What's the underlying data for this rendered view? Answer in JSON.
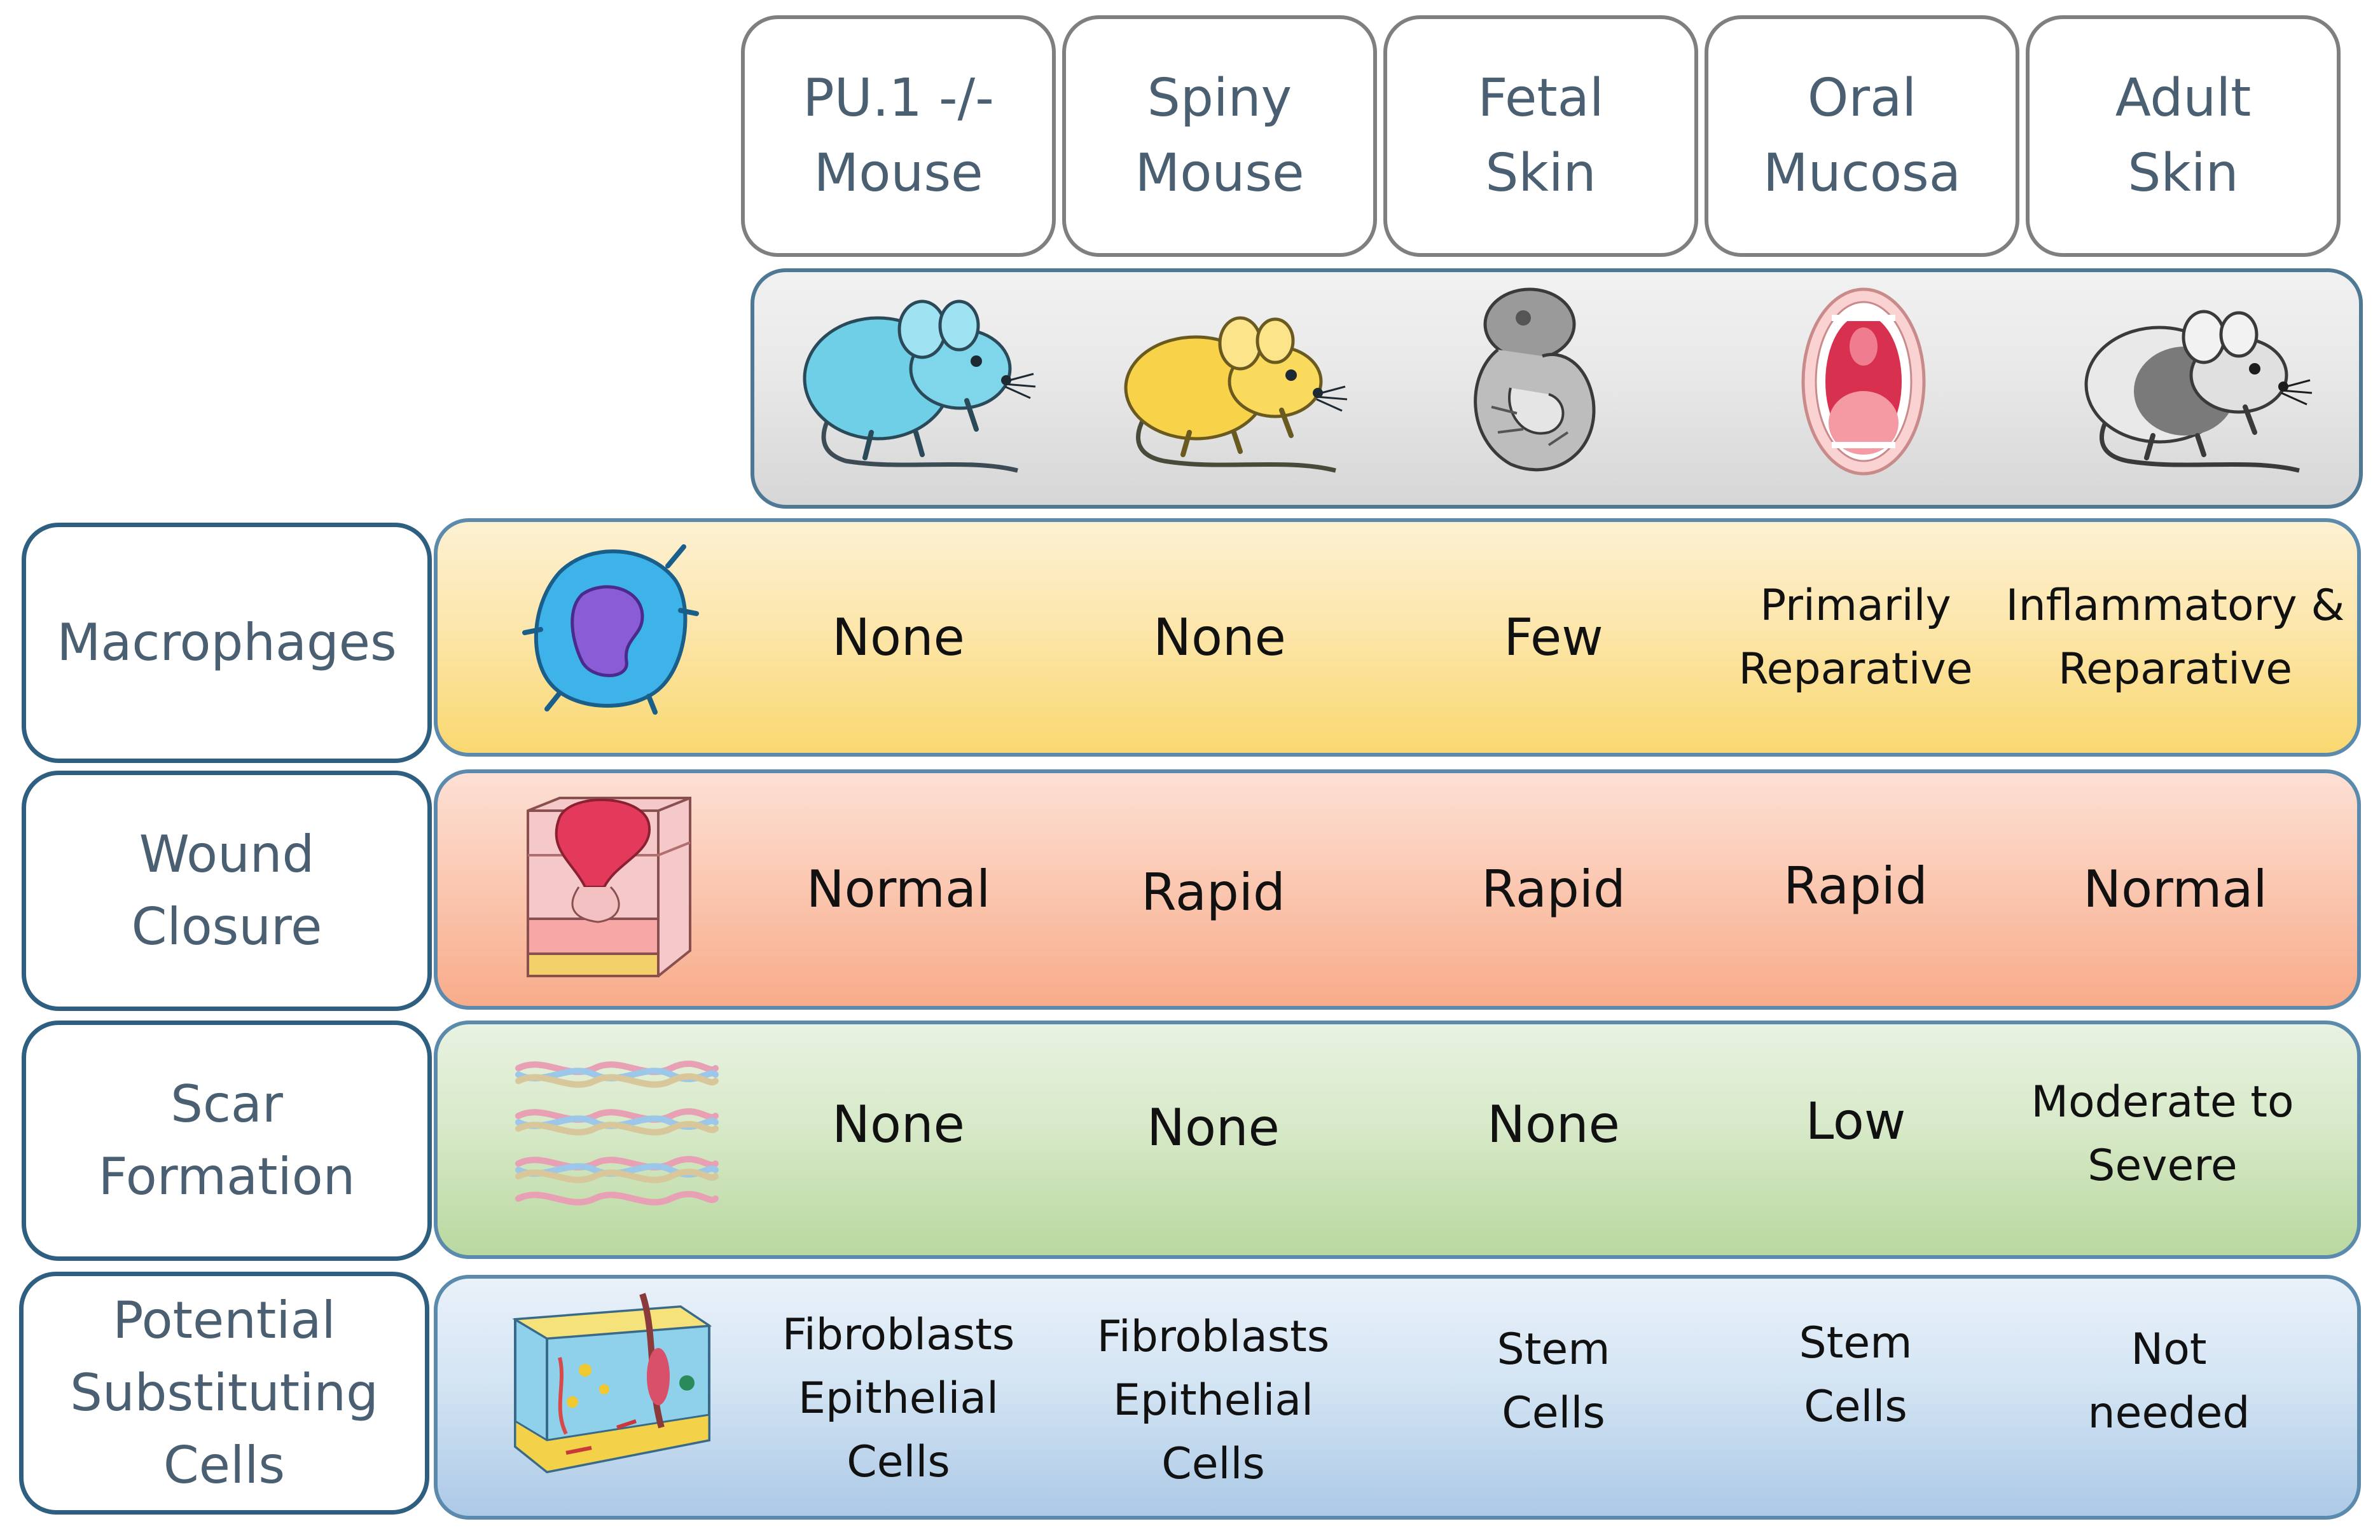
{
  "columns": [
    {
      "line1": "PU.1 -/-",
      "line2": "Mouse"
    },
    {
      "line1": "Spiny",
      "line2": "Mouse"
    },
    {
      "line1": "Fetal",
      "line2": "Skin"
    },
    {
      "line1": "Oral",
      "line2": "Mucosa"
    },
    {
      "line1": "Adult",
      "line2": "Skin"
    }
  ],
  "column_icons": [
    "blue-mouse-icon",
    "yellow-mouse-icon",
    "embryo-icon",
    "open-mouth-icon",
    "gray-mouse-icon"
  ],
  "rows": [
    {
      "label": [
        "Macrophages"
      ],
      "icon": "macrophage-cell-icon",
      "color": "#fce6ac",
      "cells": [
        [
          "None"
        ],
        [
          "None"
        ],
        [
          "Few"
        ],
        [
          "Primarily",
          "Reparative"
        ],
        [
          "Inflammatory &",
          "Reparative"
        ]
      ]
    },
    {
      "label": [
        "Wound",
        "Closure"
      ],
      "icon": "skin-wound-icon",
      "color": "#fbc9b3",
      "cells": [
        [
          "Normal"
        ],
        [
          "Rapid"
        ],
        [
          "Rapid"
        ],
        [
          "Rapid"
        ],
        [
          "Normal"
        ]
      ]
    },
    {
      "label": [
        "Scar",
        "Formation"
      ],
      "icon": "collagen-fibers-icon",
      "color": "#d7e9c8",
      "cells": [
        [
          "None"
        ],
        [
          "None"
        ],
        [
          "None"
        ],
        [
          "Low"
        ],
        [
          "Moderate to",
          "Severe"
        ]
      ]
    },
    {
      "label": [
        "Potential",
        "Substituting",
        "Cells"
      ],
      "icon": "skin-tissue-block-icon",
      "color": "#d3e4f3",
      "cells": [
        [
          "Fibroblasts",
          "Epithelial",
          "Cells"
        ],
        [
          "Fibroblasts",
          "Epithelial",
          "Cells"
        ],
        [
          "Stem",
          "Cells"
        ],
        [
          "Stem",
          "Cells"
        ],
        [
          "Not",
          "needed"
        ]
      ]
    }
  ]
}
